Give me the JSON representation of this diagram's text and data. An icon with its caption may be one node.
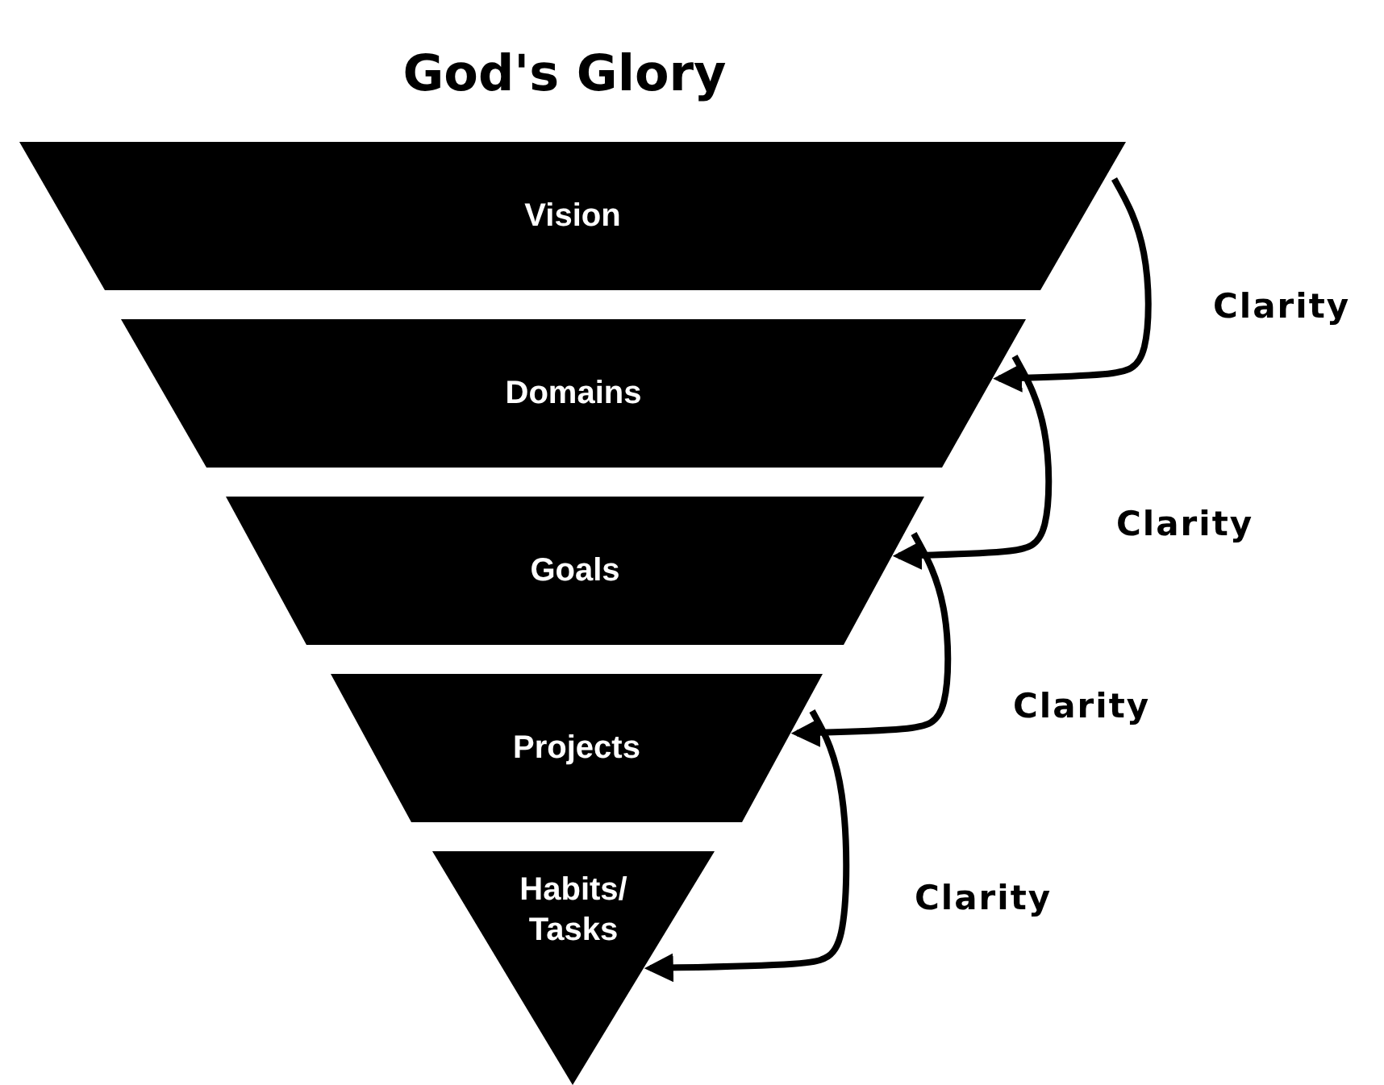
{
  "diagram": {
    "title": "God's Glory",
    "nodes": [
      {
        "text": [
          "Vision"
        ]
      },
      {
        "text": [
          "Domains"
        ]
      },
      {
        "text": [
          "Goals"
        ]
      },
      {
        "text": [
          "Projects"
        ]
      },
      {
        "text": [
          "Habits/ Tasks"
        ]
      }
    ],
    "edges": [
      {
        "from": 0,
        "to": 1,
        "arrow": "to",
        "label": "Clarity"
      },
      {
        "from": 1,
        "to": 2,
        "arrow": "to",
        "label": "Clarity"
      },
      {
        "from": 2,
        "to": 3,
        "arrow": "to",
        "label": "Clarity"
      },
      {
        "from": 3,
        "to": 4,
        "arrow": "to",
        "label": "Clarity"
      }
    ]
  }
}
